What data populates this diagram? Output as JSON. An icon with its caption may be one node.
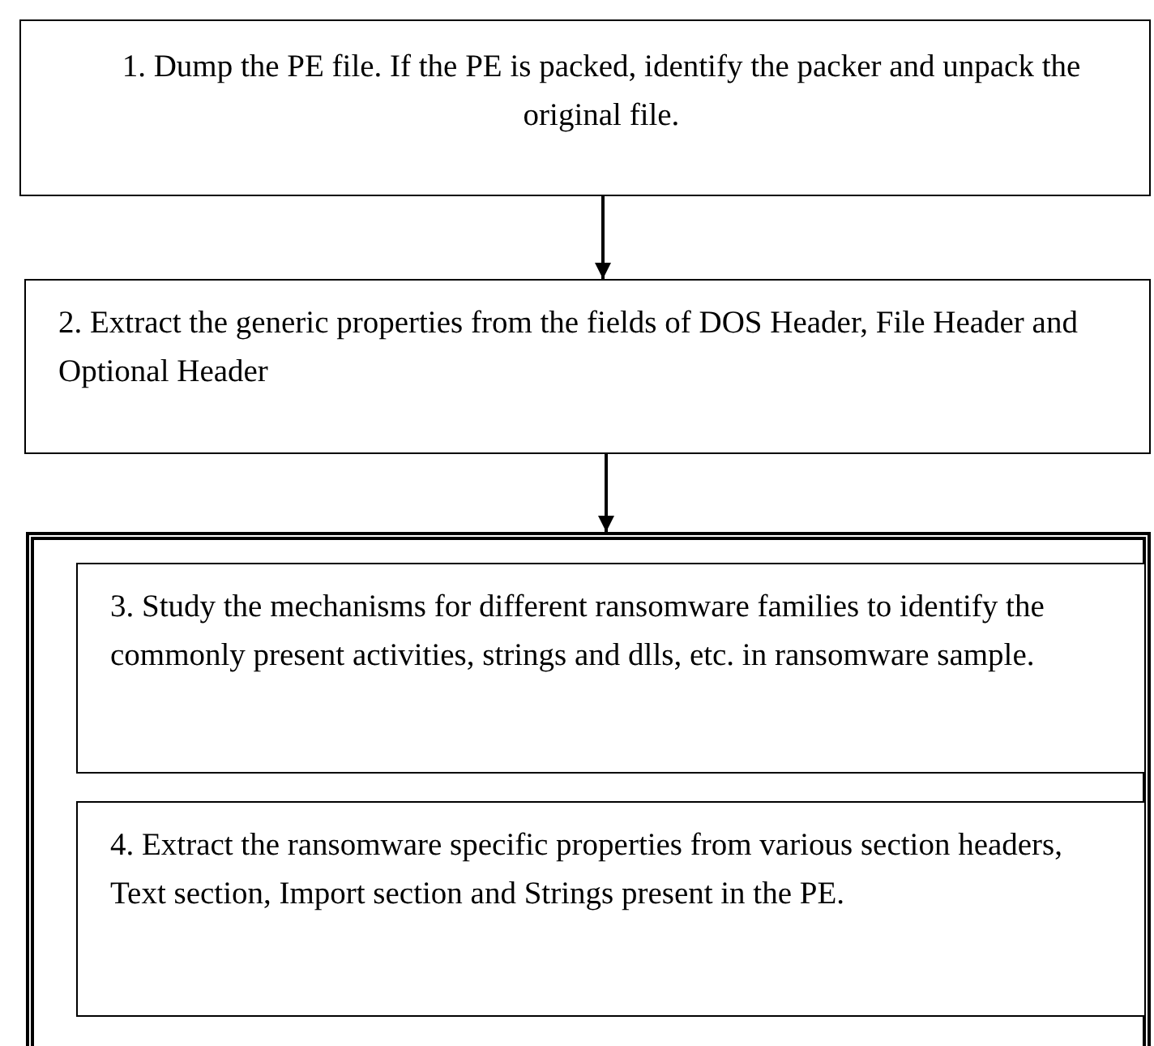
{
  "diagram": {
    "nodes": [
      {
        "text": [
          "1. Dump the PE file. If the PE is packed, identify the packer and unpack the original file."
        ]
      },
      {
        "text": [
          "2. Extract the generic properties from the fields of DOS Header, File Header and Optional Header"
        ]
      },
      {
        "text": [],
        "shape": "box"
      },
      {
        "text": [
          "3. Study the mechanisms for different ransomware families to identify the commonly present activities, strings and dlls, etc. in ransomware sample."
        ],
        "in": 2
      },
      {
        "text": [
          "4. Extract the ransomware specific properties from various section headers, Text section, Import section and Strings present in the PE."
        ],
        "in": 2
      }
    ],
    "edges": [
      {
        "from": 0,
        "to": 1,
        "arrow": "to"
      },
      {
        "from": 1,
        "to": 2,
        "arrow": "to"
      }
    ]
  }
}
